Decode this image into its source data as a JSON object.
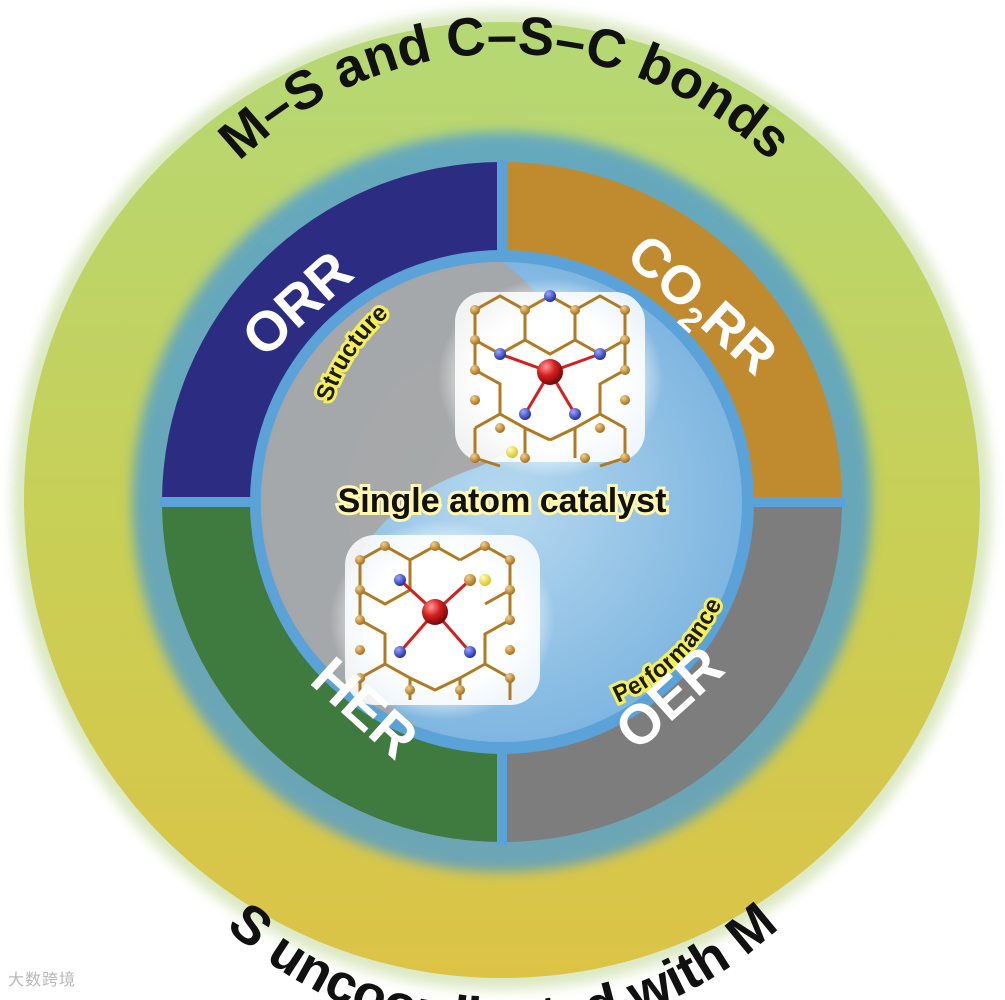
{
  "outer_ring": {
    "top_text": "M–S and C–S–C bonds",
    "bottom_text": "S uncoordinated with M"
  },
  "quadrants": {
    "top_left": {
      "label": "ORR",
      "color": "#2b2c82"
    },
    "top_right": {
      "label_main": "CO",
      "label_sub": "2",
      "label_tail": "RR",
      "color": "#c08a2e"
    },
    "bottom_left": {
      "label": "HER",
      "color": "#3f7a3e"
    },
    "bottom_right": {
      "label": "OER",
      "color": "#7d7d7d"
    }
  },
  "center": {
    "title": "Single atom catalyst",
    "structure_label": "Structure",
    "performance_label": "Performance"
  },
  "watermark": "大数跨境",
  "colors": {
    "outer_green": "#a9cf6a",
    "outer_yellow": "#d8c248",
    "inner_blue": "#9ec9e6",
    "inner_gray": "#a7a7a7",
    "metal_atom": "#d41f1f",
    "nitrogen_atom": "#3a48c8",
    "carbon_atom": "#c8902c",
    "sulfur_atom": "#f0e432"
  }
}
